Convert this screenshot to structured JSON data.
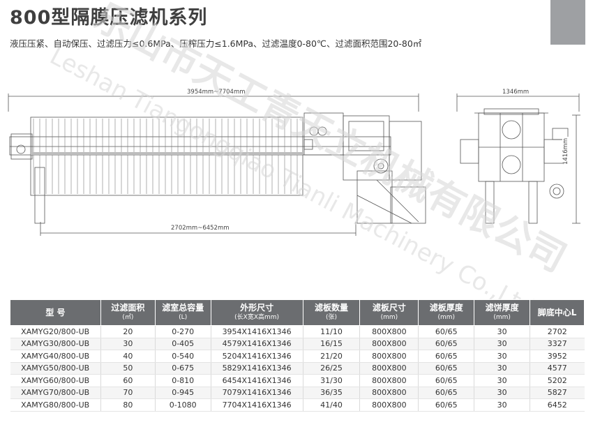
{
  "header": {
    "title": "800型隔膜压滤机系列",
    "subtitle": "液压压紧、自动保压、过滤压力≤0.6MPa、压榨压力≤1.6MPa、过滤温度0-80℃、过滤面积范围20-80㎡"
  },
  "watermark": {
    "chinese": "乐山市天工青天立机械有限公司",
    "english": "Leshan Tiangongqiao Tianli Machinery Co.,Ltd."
  },
  "drawing": {
    "length_dim": "3954mm~7704mm",
    "foot_dim": "2702mm~6452mm",
    "width_dim": "1346mm",
    "height_dim": "1416mm"
  },
  "table": {
    "headers": [
      {
        "label": "型 号",
        "unit": ""
      },
      {
        "label": "过滤面积",
        "unit": "(㎡)"
      },
      {
        "label": "滤室总容量",
        "unit": "(L)"
      },
      {
        "label": "外形尺寸",
        "unit": "(长X宽X高mm)"
      },
      {
        "label": "滤板数量",
        "unit": "(张)"
      },
      {
        "label": "滤板尺寸",
        "unit": "(mm)"
      },
      {
        "label": "滤板厚度",
        "unit": "(mm)"
      },
      {
        "label": "滤饼厚度",
        "unit": "(mm)"
      },
      {
        "label": "脚底中心L",
        "unit": ""
      }
    ],
    "rows": [
      [
        "XAMYG20/800-UB",
        "20",
        "0-270",
        "3954X1416X1346",
        "11/10",
        "800X800",
        "60/65",
        "30",
        "2702"
      ],
      [
        "XAMYG30/800-UB",
        "30",
        "0-405",
        "4579X1416X1346",
        "16/15",
        "800X800",
        "60/65",
        "30",
        "3327"
      ],
      [
        "XAMYG40/800-UB",
        "40",
        "0-540",
        "5204X1416X1346",
        "21/20",
        "800X800",
        "60/65",
        "30",
        "3952"
      ],
      [
        "XAMYG50/800-UB",
        "50",
        "0-675",
        "5829X1416X1346",
        "26/25",
        "800X800",
        "60/65",
        "30",
        "4577"
      ],
      [
        "XAMYG60/800-UB",
        "60",
        "0-810",
        "6454X1416X1346",
        "31/30",
        "800X800",
        "60/65",
        "30",
        "5202"
      ],
      [
        "XAMYG70/800-UB",
        "70",
        "0-945",
        "7079X1416X1346",
        "36/35",
        "800X800",
        "60/65",
        "30",
        "5827"
      ],
      [
        "XAMYG80/800-UB",
        "80",
        "0-1080",
        "7704X1416X1346",
        "41/40",
        "800X800",
        "60/65",
        "30",
        "6452"
      ]
    ]
  },
  "colors": {
    "header_bg": "#6b6d70",
    "corner_block": "#9ea0a3",
    "line": "#555555"
  }
}
